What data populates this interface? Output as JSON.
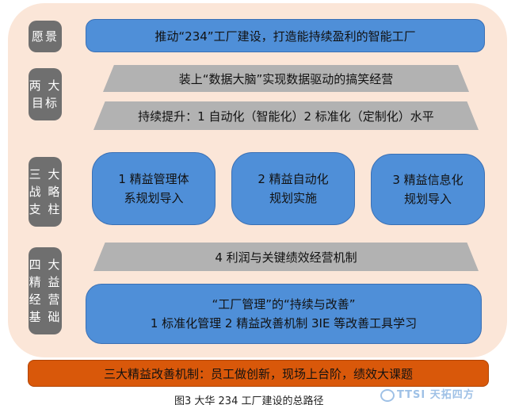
{
  "vision": {
    "label": "愿景",
    "text": "推动“234”工厂建设，打造能持续盈利的智能工厂"
  },
  "goals": {
    "label": "两 大\n目标",
    "goal1": "装上“数据大脑”实现数据驱动的搞笑经营",
    "goal2": "持续提升：1 自动化（智能化）2 标准化（定制化）水平"
  },
  "strategies": {
    "label": "三 大\n战 略\n支 柱",
    "items": [
      {
        "text": "1 精益管理体\n系规划导入"
      },
      {
        "text": "2 精益自动化\n规划实施"
      },
      {
        "text": "3 精益信息化\n规划导入"
      }
    ]
  },
  "foundations": {
    "label": "四 大\n精 益\n经 营\n基 础",
    "profit": "4 利润与关键绩效经营机制",
    "improve_title": "“工厂管理”的“持续与改善”",
    "improve_items": "1 标准化管理   2 精益改善机制   3IE 等改善工具学习"
  },
  "mechanism": "三大精益改善机制：员工做创新，现场上台阶，绩效大课题",
  "caption": "图3  大华 234 工厂建设的总路径",
  "watermark": "TTSI 天拓四方",
  "colors": {
    "blue": "#4f8fd8",
    "gray_bar": "#b2b2b2",
    "side": "#6f6f6f",
    "orange": "#d9580a",
    "panel": "#fbe6d8"
  }
}
